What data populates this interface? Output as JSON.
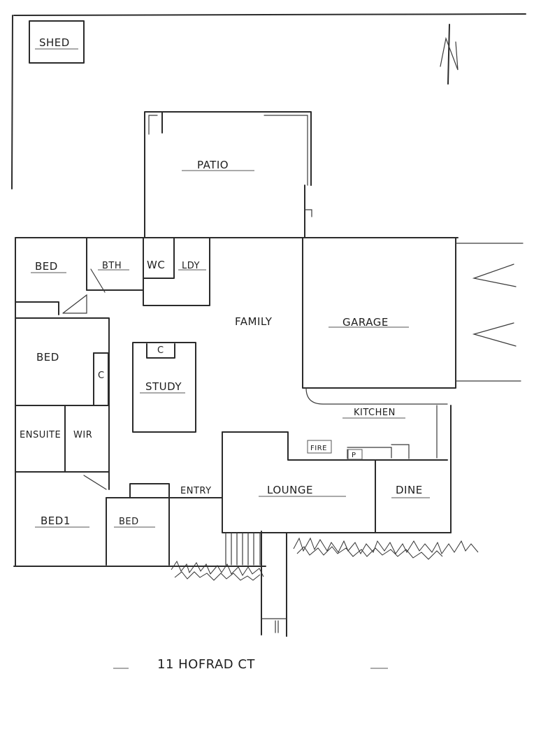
{
  "plan": {
    "rooms": {
      "shed": "SHED",
      "patio": "PATIO",
      "bed_nw": "BED",
      "bath": "BTH",
      "wc": "WC",
      "ldy": "LDY",
      "family": "FAMILY",
      "garage": "GARAGE",
      "bed_mid": "BED",
      "cupboard_bed": "C",
      "study": "STUDY",
      "cupboard_study": "C",
      "ensuite": "ENSUITE",
      "wir": "WIR",
      "kitchen": "KITCHEN",
      "fire": "FIRE",
      "pantry": "P",
      "bed1": "BED1",
      "bed_front": "BED",
      "entry": "ENTRY",
      "lounge": "LOUNGE",
      "dine": "DINE"
    },
    "address": "11 HOFRAD CT",
    "north": "N"
  }
}
